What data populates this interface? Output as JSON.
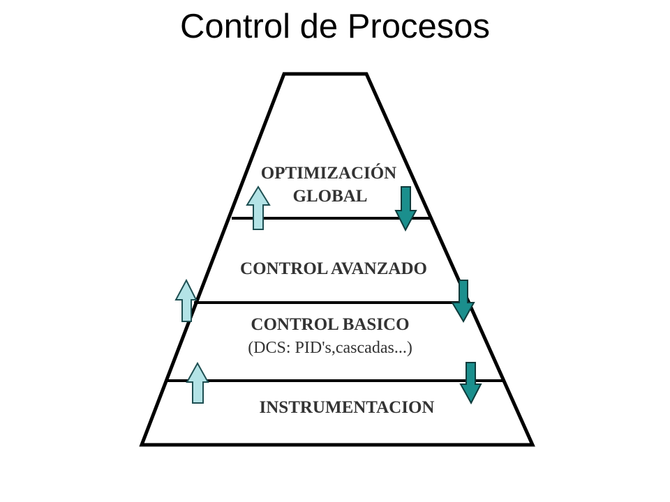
{
  "slide": {
    "title": "Control de Procesos"
  },
  "pyramid": {
    "layers": [
      {
        "id": "optimization",
        "lines": [
          "OPTIMIZACIÓN",
          "GLOBAL"
        ]
      },
      {
        "id": "advanced",
        "lines": [
          "CONTROL AVANZADO"
        ]
      },
      {
        "id": "basic",
        "lines": [
          "CONTROL BASICO",
          "(DCS: PID's,cascadas...)"
        ]
      },
      {
        "id": "instrumentation",
        "lines": [
          "INSTRUMENTACION"
        ]
      }
    ]
  },
  "colors": {
    "up_arrow": "#b3e3e6",
    "down_arrow": "#1b8f8d",
    "outline": "#000000",
    "text": "#333333"
  }
}
